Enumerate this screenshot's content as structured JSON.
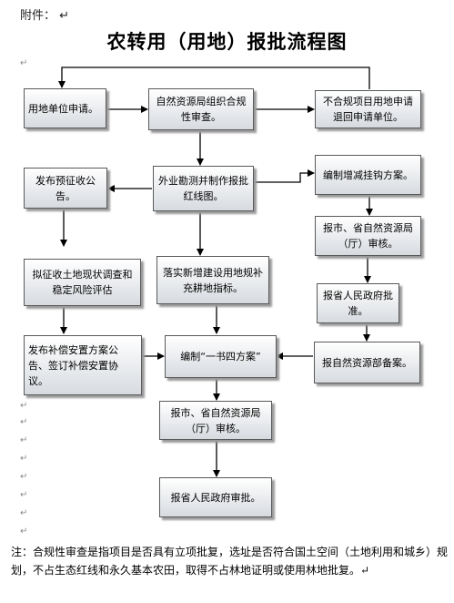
{
  "header": {
    "attachment_label": "附件： ↵"
  },
  "title": "农转用（用地）报批流程图",
  "nodes": {
    "n_apply": "用地单位申请。",
    "n_review": "自然资源局组织合规性审查。",
    "n_return": "不合规项目用地申请退回申请单位。",
    "n_notice": "发布预征收公告。",
    "n_survey": "外业勘测并制作报批红线图。",
    "n_plan_compile": "编制增减挂钩方案。",
    "n_city_report1": "报市、省自然资源局（厅）审核。",
    "n_investigate": "拟征收土地现状调查和稳定风险评估",
    "n_implement": "落实新增建设用地规补充耕地指标。",
    "n_prov_gov1": "报省人民政府批准。",
    "n_compensation": "发布补偿安置方案公告、签订补偿安置协议。",
    "n_compile4": "编制“一书四方案”",
    "n_record": "报自然资源部备案。",
    "n_city_report2": "报市、省自然资源局（厅）审核。",
    "n_prov_gov2": "报省人民政府审批。"
  },
  "paragraph_mark": "↵",
  "note": "注：合规性审查是指项目是否具有立项批复，选址是否符合国土空间（土地利用和城乡）规划，不占生态红线和永久基本农田，取得不占林地证明或使用林地批复。↵"
}
